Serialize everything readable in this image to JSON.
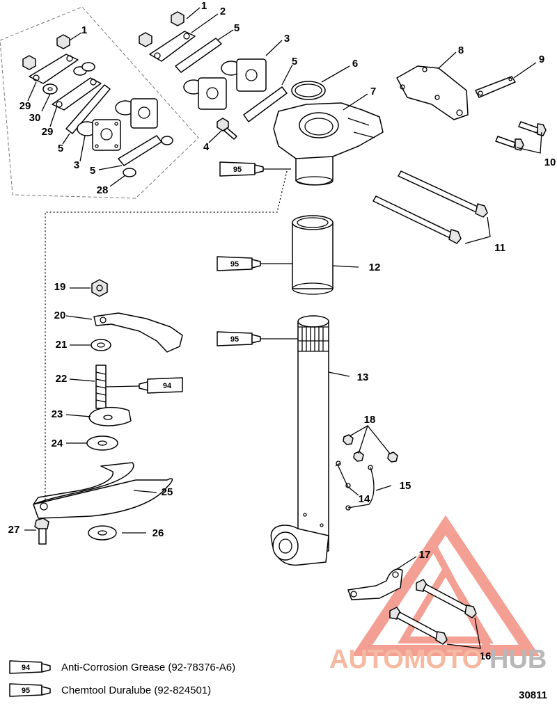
{
  "callouts": [
    {
      "n": "1"
    },
    {
      "n": "2"
    },
    {
      "n": "5"
    },
    {
      "n": "1"
    },
    {
      "n": "3"
    },
    {
      "n": "5"
    },
    {
      "n": "6"
    },
    {
      "n": "7"
    },
    {
      "n": "8"
    },
    {
      "n": "9"
    },
    {
      "n": "29"
    },
    {
      "n": "30"
    },
    {
      "n": "29"
    },
    {
      "n": "5"
    },
    {
      "n": "3"
    },
    {
      "n": "5"
    },
    {
      "n": "28"
    },
    {
      "n": "4"
    },
    {
      "n": "10"
    },
    {
      "n": "11"
    },
    {
      "n": "12"
    },
    {
      "n": "13"
    },
    {
      "n": "19"
    },
    {
      "n": "20"
    },
    {
      "n": "21"
    },
    {
      "n": "22"
    },
    {
      "n": "23"
    },
    {
      "n": "24"
    },
    {
      "n": "25"
    },
    {
      "n": "26"
    },
    {
      "n": "27"
    },
    {
      "n": "18"
    },
    {
      "n": "14"
    },
    {
      "n": "15"
    },
    {
      "n": "17"
    },
    {
      "n": "16"
    }
  ],
  "tubes": [
    {
      "code": "95"
    },
    {
      "code": "95"
    },
    {
      "code": "95"
    },
    {
      "code": "94"
    }
  ],
  "legend": [
    {
      "code": "94",
      "text": "Anti-Corrosion Grease (92-78376-A6)"
    },
    {
      "code": "95",
      "text": "Chemtool Duralube (92-824501)"
    }
  ],
  "diagram_ref": "30811",
  "watermark": {
    "part1": "AUTOMOTO",
    "part2": "HUB",
    "color1": "#f5b8a0",
    "color2": "#b8b8b8"
  }
}
